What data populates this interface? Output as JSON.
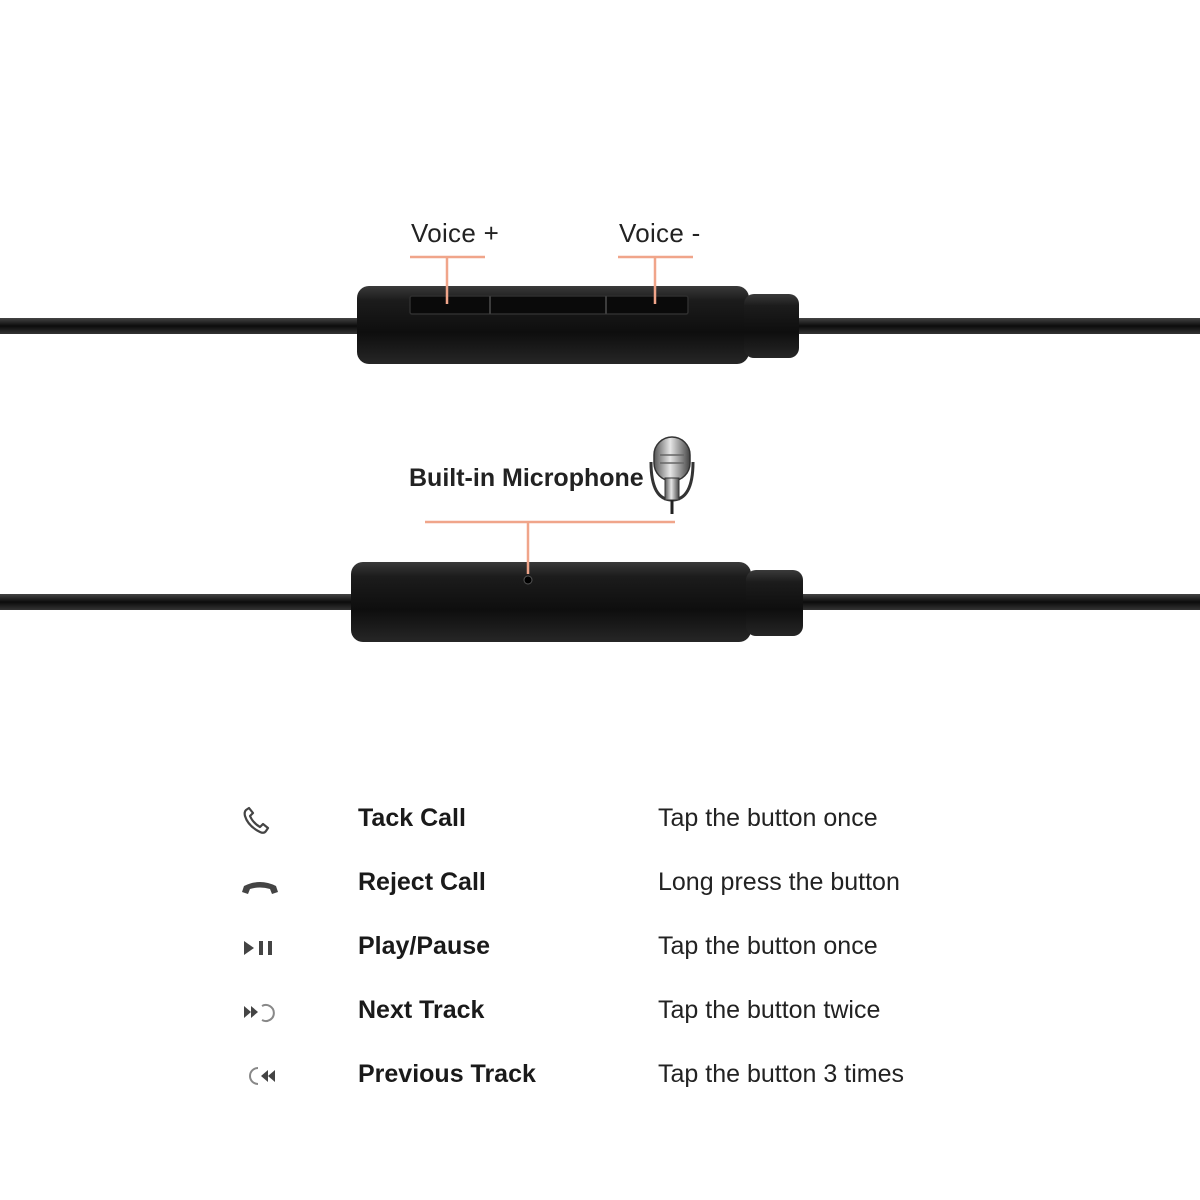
{
  "remote_top": {
    "voice_plus_label": "Voice +",
    "voice_minus_label": "Voice -"
  },
  "remote_bottom": {
    "microphone_label": "Built-in Microphone"
  },
  "colors": {
    "accent_line": "#f0a58a",
    "remote_body": "#141414",
    "cable": "#111111"
  },
  "controls": [
    {
      "icon": "phone-answer-icon",
      "action": "Tack Call",
      "instruction": "Tap the button once"
    },
    {
      "icon": "phone-hangup-icon",
      "action": "Reject Call",
      "instruction": "Long press the button"
    },
    {
      "icon": "play-pause-icon",
      "action": "Play/Pause",
      "instruction": "Tap the button once"
    },
    {
      "icon": "next-track-icon",
      "action": "Next Track",
      "instruction": "Tap the button twice"
    },
    {
      "icon": "previous-track-icon",
      "action": "Previous Track",
      "instruction": "Tap the button 3 times"
    }
  ]
}
